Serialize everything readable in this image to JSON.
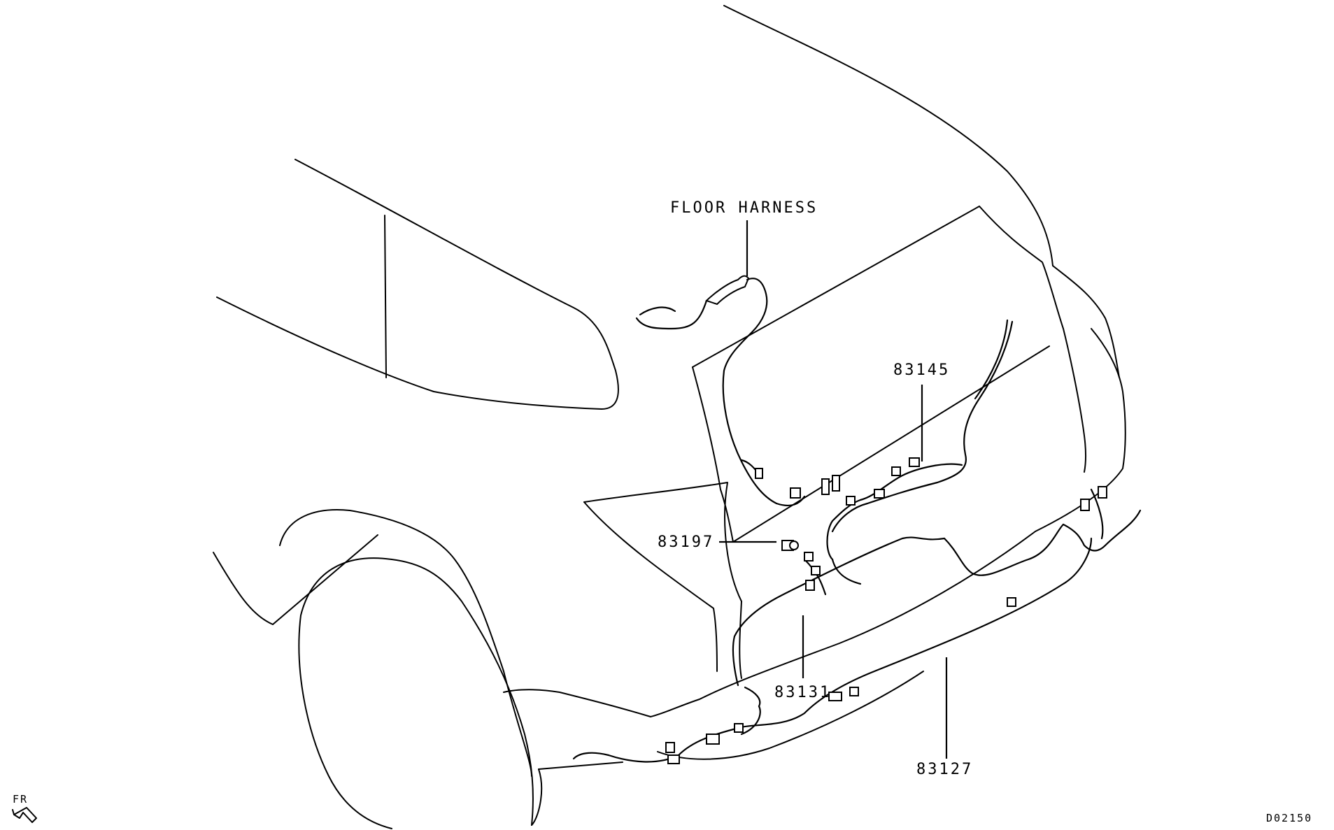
{
  "labels": {
    "floor_harness": "FLOOR HARNESS",
    "part_83145": "83145",
    "part_83197": "83197",
    "part_83131": "83131",
    "part_83127": "83127",
    "direction": "FR",
    "drawing_code": "D02150"
  }
}
